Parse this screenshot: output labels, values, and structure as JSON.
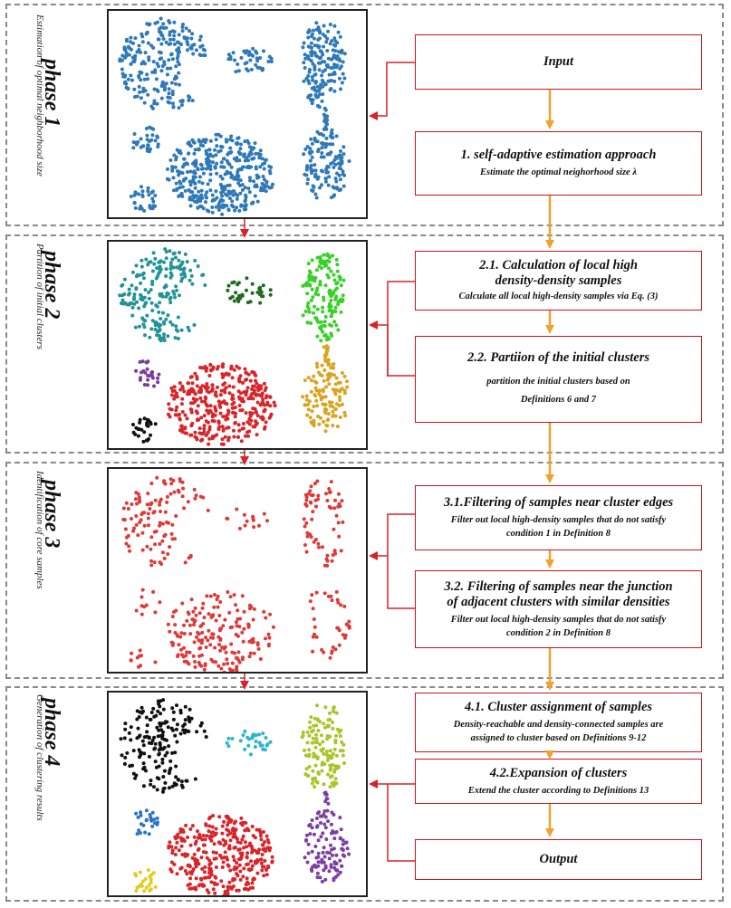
{
  "colors": {
    "frame": "#8a8a8a",
    "step_border": "#c8141c",
    "red_arrow": "#d8222a",
    "orange_arrow": "#f0a22c",
    "phase1_points": "#2f79b8",
    "core_points": "#dd3a3a"
  },
  "phases": [
    {
      "title": "phase 1",
      "subtitle": "Estimation of optimal neighborhood size"
    },
    {
      "title": "phase 2",
      "subtitle": "Partition of initial clusters"
    },
    {
      "title": "phase 3",
      "subtitle": "Identification of core samples"
    },
    {
      "title": "phase 4",
      "subtitle": "Generation of clustering results"
    }
  ],
  "steps": {
    "input": {
      "title": "Input"
    },
    "s1": {
      "title": "1. self-adaptive estimation approach",
      "desc": "Estimate the optimal neighorhood size λ"
    },
    "s21": {
      "title": "2.1. Calculation of local high\ndensity-density samples",
      "desc": "Calculate all local high-density samples via Eq. (3)"
    },
    "s22": {
      "title": "2.2. Partiion of  the initial clusters",
      "desc": "partition the initial clusters based on\nDefinitions 6 and 7"
    },
    "s31": {
      "title": "3.1.Filtering of samples near cluster edges",
      "desc": "Filter out local high-density samples that do not satisfy\ncondition 1 in Definition 8"
    },
    "s32": {
      "title": "3.2. Filtering of samples near the junction\nof adjacent clusters with similar densities",
      "desc": "Filter out local high-density samples that do not satisfy\ncondition 2 in Definition 8"
    },
    "s41": {
      "title": "4.1. Cluster assignment of samples",
      "desc": "Density-reachable and density-connected samples are\nassigned to cluster based on  Definitions 9-12"
    },
    "s42": {
      "title": "4.2.Expansion of clusters",
      "desc": "Extend the cluster according to Definitions 13"
    },
    "output": {
      "title": "Output"
    }
  },
  "cluster_colors": [
    {
      "pacman": "#2f79b8",
      "blob": "#2f79b8",
      "ring": "#2f79b8",
      "small1": "#2f79b8",
      "big": "#2f79b8",
      "ring2": "#2f79b8",
      "small2": "#2f79b8",
      "bridge": "#2f79b8"
    },
    {
      "pacman": "#23939a",
      "blob": "#1f6a1f",
      "ring": "#39d129",
      "small1": "#7a3a9c",
      "big": "#d7252a",
      "ring2": "#d9a421",
      "small2": "#111111",
      "bridge": "#d9a421"
    },
    {
      "pacman": "#dd3a3a",
      "blob": "#dd3a3a",
      "ring": "#dd3a3a",
      "small1": "#dd3a3a",
      "big": "#dd3a3a",
      "ring2": "#dd3a3a",
      "small2": "#dd3a3a",
      "bridge": "none"
    },
    {
      "pacman": "#111111",
      "blob": "#2bb6cc",
      "ring": "#a9c62a",
      "small1": "#2a74c8",
      "big": "#d7252a",
      "ring2": "#7b3fa3",
      "small2": "#e1cc1c",
      "bridge": "#7b3fa3"
    }
  ]
}
